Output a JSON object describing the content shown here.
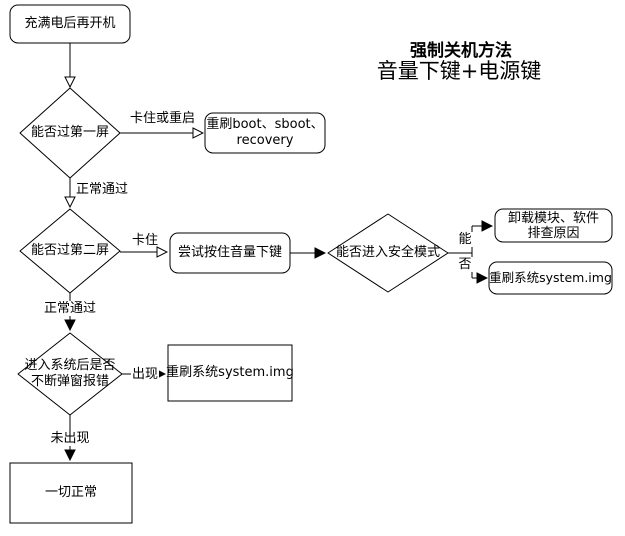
{
  "colors": {
    "stroke": "#000000",
    "text": "#000000",
    "background": "#ffffff"
  },
  "title": {
    "heading": "强制关机方法",
    "subheading": "音量下键+电源键"
  },
  "nodes": {
    "start": {
      "label": "充满电后再开机"
    },
    "decision_first_screen": {
      "label": "能否过第一屏"
    },
    "reflash_boot": {
      "line1": "重刷boot、sboot、",
      "line2": "recovery"
    },
    "decision_second_screen": {
      "label": "能否过第二屏"
    },
    "hold_volume_down": {
      "label": "尝试按住音量下键"
    },
    "decision_safe_mode": {
      "label": "能否进入安全模式"
    },
    "uninstall_modules": {
      "line1": "卸载模块、软件",
      "line2": "排查原因"
    },
    "reflash_system_right": {
      "label": "重刷系统system.img"
    },
    "decision_popup_error": {
      "line1": "进入系统后是否",
      "line2": "不断弹窗报错"
    },
    "reflash_system_mid": {
      "label": "重刷系统system.img"
    },
    "all_normal": {
      "label": "一切正常"
    }
  },
  "edge_labels": {
    "stuck_or_restart": "卡住或重启",
    "pass_first": "正常通过",
    "stuck": "卡住",
    "pass_second": "正常通过",
    "can": "能",
    "cannot": "否",
    "appears": "出现",
    "not_appear": "未出现"
  }
}
